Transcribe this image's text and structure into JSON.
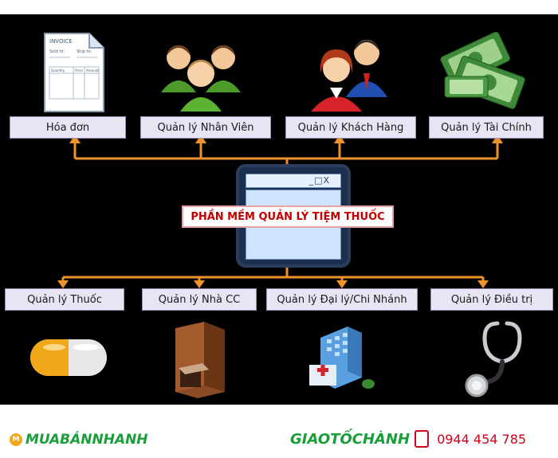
{
  "top_boxes": [
    {
      "label": "Hóa đơn",
      "icon": "invoice-icon"
    },
    {
      "label": "Quản lý Nhân Viên",
      "icon": "staff-group-icon"
    },
    {
      "label": "Quản lý Khách Hàng",
      "icon": "customers-icon"
    },
    {
      "label": "Quản lý Tài Chính",
      "icon": "money-icon"
    }
  ],
  "center": {
    "label": "PHẦN MỀM QUẢN LÝ TIỆM THUỐC",
    "window_glyphs": "_□X"
  },
  "bottom_boxes": [
    {
      "label": "Quản lý Thuốc",
      "icon": "pill-capsule-icon"
    },
    {
      "label": "Quản lý Nhà CC",
      "icon": "supplier-building-icon"
    },
    {
      "label": "Quản lý Đại lý/Chi Nhánh",
      "icon": "branch-hospital-icon"
    },
    {
      "label": "Quản lý Điều trị",
      "icon": "stethoscope-icon"
    }
  ],
  "invoice_icon_text": {
    "title": "INVOICE",
    "sold_to": "Sold to:",
    "ship_to": "Ship to:",
    "quantity": "Quantity",
    "price": "Price",
    "amount": "Amount"
  },
  "footer": {
    "logo_mark": "M",
    "brand_left_1": "MUABÁN",
    "brand_left_2": "NHANH",
    "brand_right": "GIAOTỐCHÀNH",
    "phone": "0944 454 785"
  },
  "colors": {
    "background": "#000000",
    "connector": "#f0922b",
    "box_fill": "#e9e4f3",
    "center_text": "#c00000",
    "brand_green": "#1a9e3a",
    "phone_red": "#d0021b"
  }
}
